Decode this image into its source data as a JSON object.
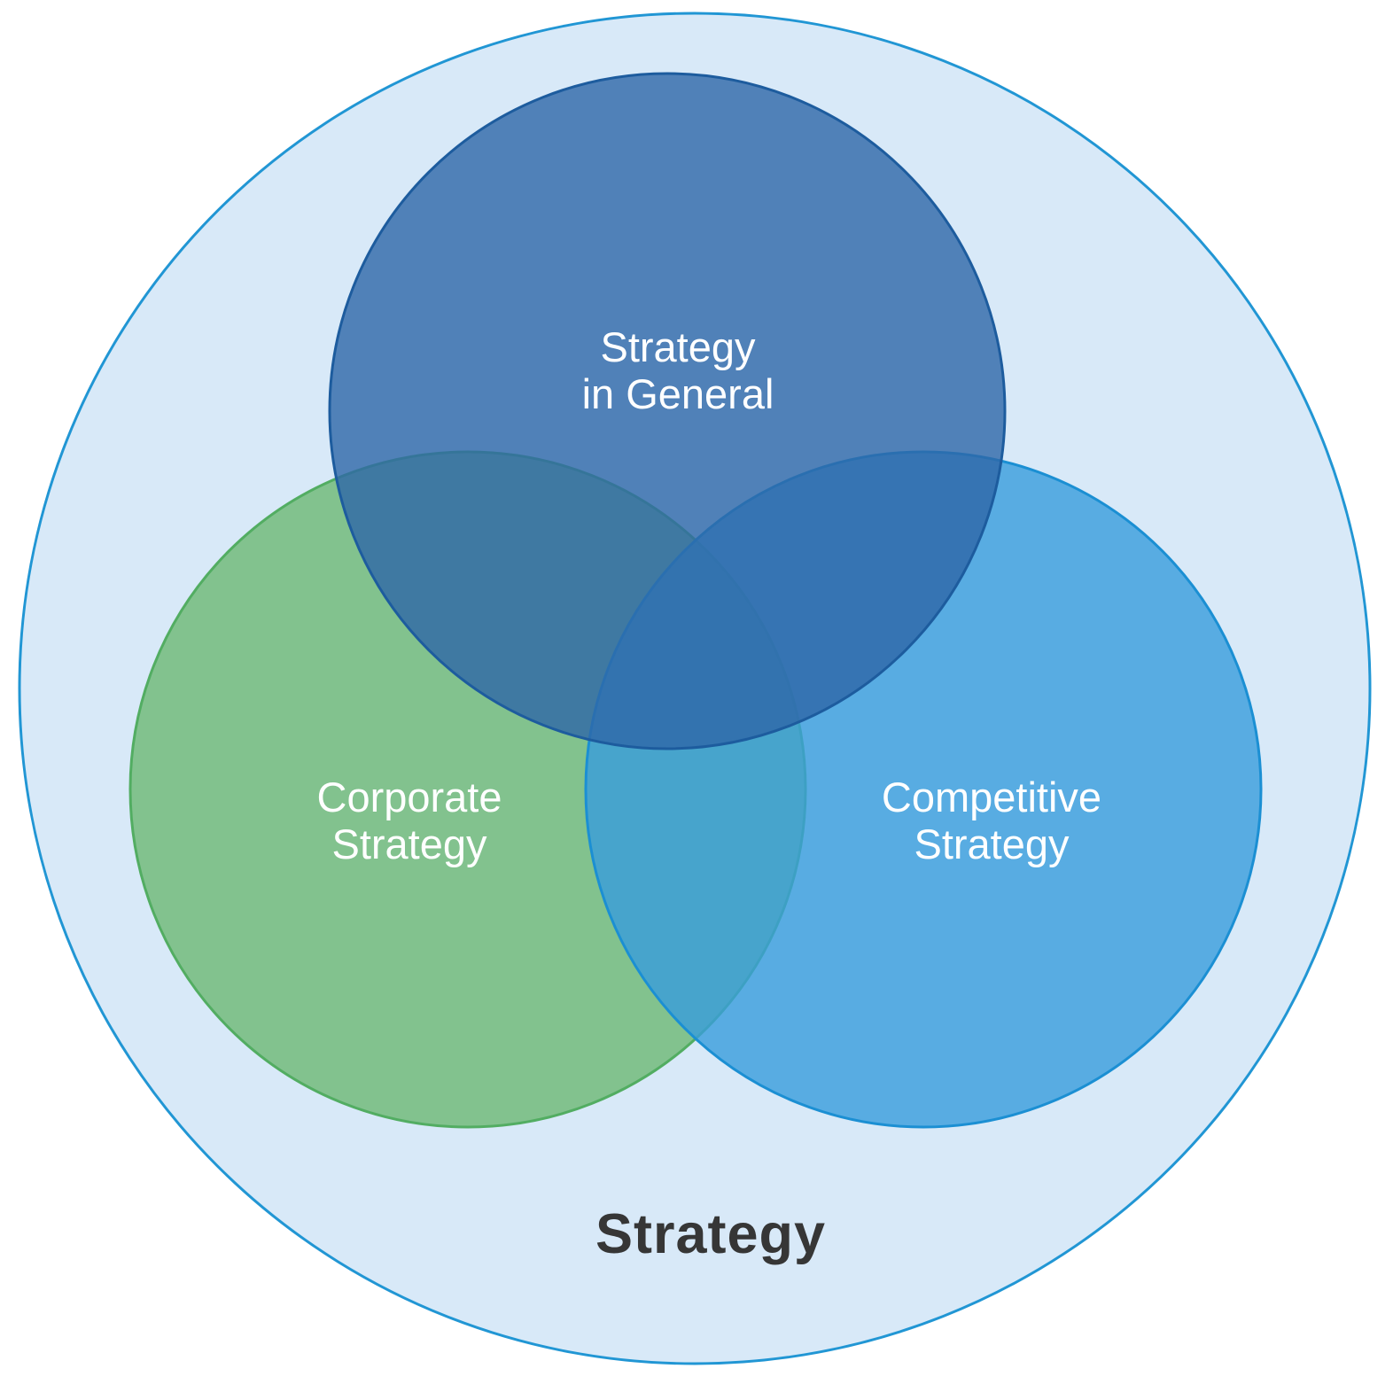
{
  "diagram": {
    "type": "venn",
    "outer_set": {
      "label": "Strategy"
    },
    "sets": [
      {
        "id": "general",
        "label_line1": "Strategy",
        "label_line2": "in General"
      },
      {
        "id": "corporate",
        "label_line1": "Corporate",
        "label_line2": "Strategy"
      },
      {
        "id": "competitive",
        "label_line1": "Competitive",
        "label_line2": "Strategy"
      }
    ]
  },
  "colors": {
    "outer_fill": "#d8e9f8",
    "outer_stroke": "#2196d4",
    "general_fill": "#2e67a7",
    "general_stroke": "#1d5c9e",
    "corporate_fill": "#6db873",
    "corporate_stroke": "#52ad62",
    "competitive_fill": "#389cdc",
    "competitive_stroke": "#1b8fd3",
    "label_text": "#ffffff",
    "outer_label_text": "#363636"
  }
}
